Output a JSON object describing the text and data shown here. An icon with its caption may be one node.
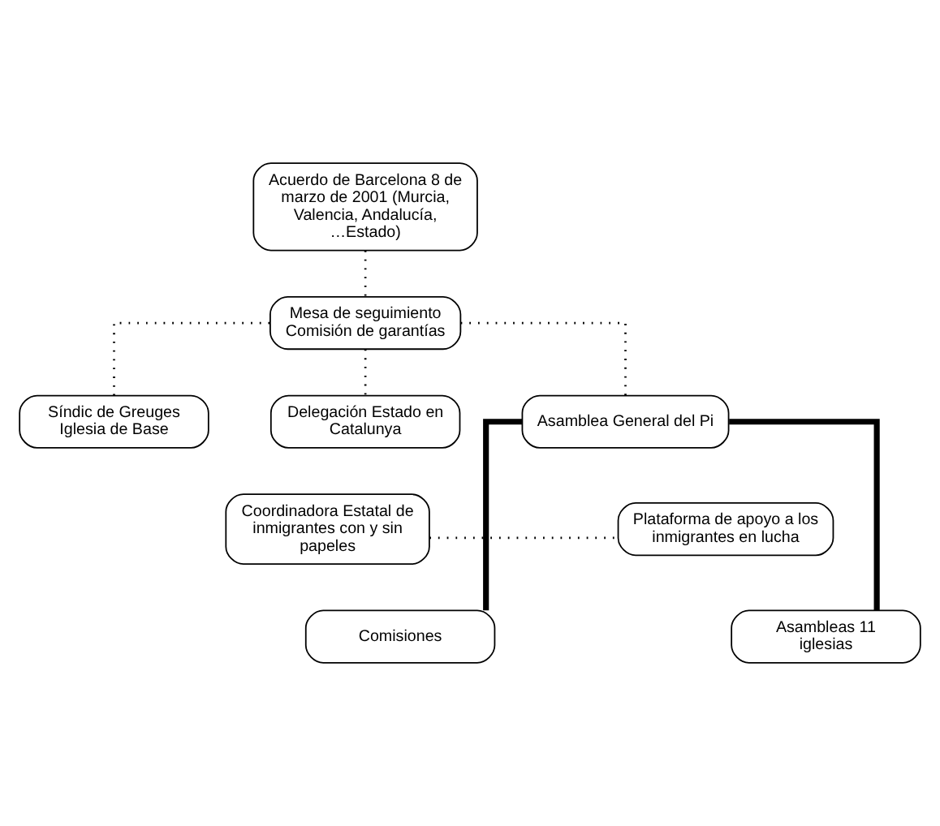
{
  "diagram": {
    "nodes": [
      {
        "text": [
          "Acuerdo de Barcelona 8 de marzo de 2001 (Murcia, Valencia, Andalucía, …Estado)"
        ]
      },
      {
        "text": [
          "Mesa de seguimiento Comisión de garantías"
        ]
      },
      {
        "text": [
          "Síndic de Greuges Iglesia de Base"
        ]
      },
      {
        "text": [
          "Delegación Estado en Catalunya"
        ]
      },
      {
        "text": [
          "Asamblea General del Pi"
        ]
      },
      {
        "text": [
          "Coordinadora Estatal de inmigrantes con y sin papeles"
        ]
      },
      {
        "text": [
          "Plataforma de apoyo a los inmigrantes en lucha"
        ]
      },
      {
        "text": [
          "Comisiones"
        ]
      },
      {
        "text": [
          "Asambleas 11 iglesias"
        ]
      }
    ],
    "edges": [
      {
        "from": 0,
        "to": 1,
        "arrow": "none",
        "style": "dashed"
      },
      {
        "from": 1,
        "to": 2,
        "arrow": "none",
        "style": "dashed"
      },
      {
        "from": 1,
        "to": 3,
        "arrow": "none",
        "style": "dashed"
      },
      {
        "from": 1,
        "to": 4,
        "arrow": "none",
        "style": "dashed"
      },
      {
        "from": 5,
        "to": 6,
        "arrow": "none",
        "style": "dashed"
      },
      {
        "from": 4,
        "to": 7,
        "arrow": "none",
        "style": "thick"
      },
      {
        "from": 4,
        "to": 8,
        "arrow": "none",
        "style": "thick"
      }
    ]
  }
}
